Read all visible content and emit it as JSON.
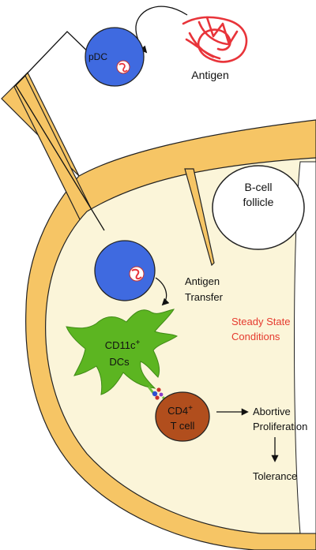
{
  "labels": {
    "pdc": "pDC",
    "antigen": "Antigen",
    "b_cell_follicle_line1": "B-cell",
    "b_cell_follicle_line2": "follicle",
    "antigen_transfer_line1": "Antigen",
    "antigen_transfer_line2": "Transfer",
    "steady_state_line1": "Steady State",
    "steady_state_line2": "Conditions",
    "dc_line1": "CD11c",
    "dc_line1_sup": "+",
    "dc_line2": "DCs",
    "tcell_line1": "CD4",
    "tcell_line1_sup": "+",
    "tcell_line2": "T cell",
    "abortive_line1": "Abortive",
    "abortive_line2": "Proliferation",
    "tolerance": "Tolerance"
  },
  "colors": {
    "capsule": "#f6c565",
    "cortex": "#fbf5d9",
    "medulla": "#ffffff",
    "pdc_cell": "#3f6ae0",
    "dc_cell": "#5cb521",
    "t_cell": "#b14e1d",
    "antigen": "#e8343a",
    "steady_state_text": "#e53a2e",
    "line": "#111111"
  }
}
